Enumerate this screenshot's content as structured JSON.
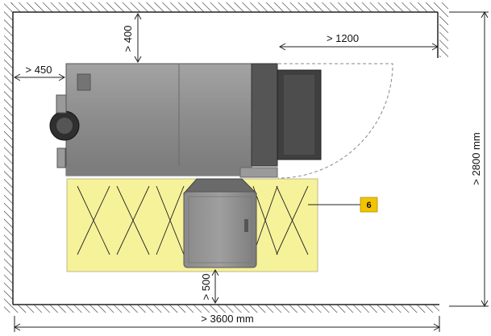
{
  "dimensions": {
    "top_clearance": "> 400",
    "door_clearance": "> 1200",
    "left_clearance": "> 450",
    "bottom_clearance": "> 500",
    "room_width": "> 3600 mm",
    "room_depth": "> 2800 mm"
  },
  "callout": {
    "number": "6",
    "color": "#f2c400"
  },
  "colors": {
    "zone_fill": "#f6f29a",
    "boiler_body": "#8e8e8e",
    "boiler_dark": "#4b4b4b",
    "wall_hatch": "#333333"
  }
}
